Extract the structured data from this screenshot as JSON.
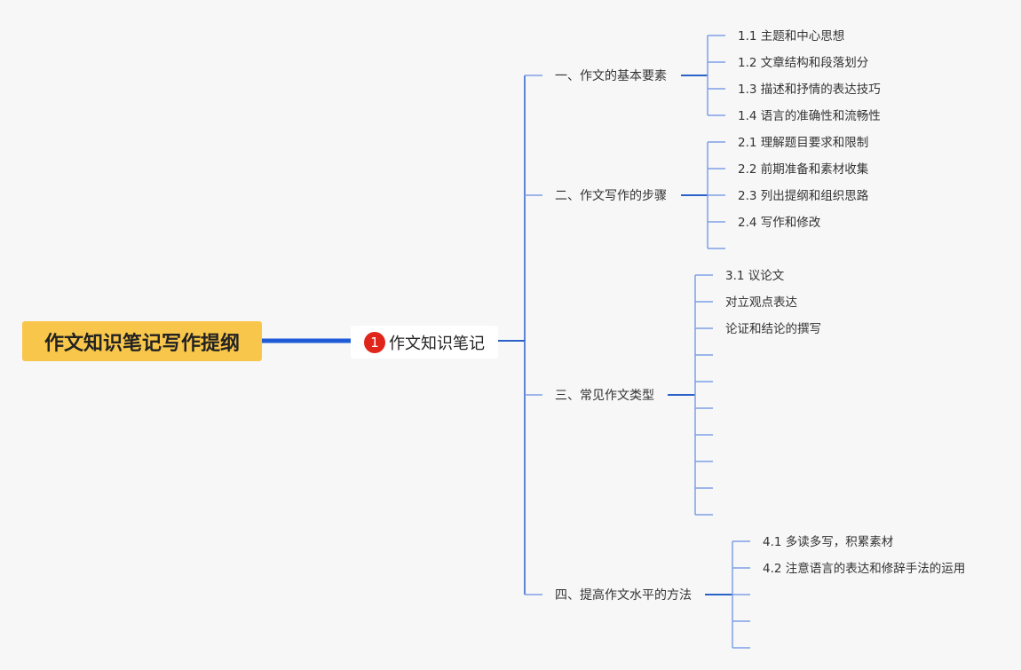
{
  "root": {
    "title": "作文知识笔记写作提纲"
  },
  "hub": {
    "badge": "1",
    "label": "作文知识笔记"
  },
  "sections": [
    {
      "label": "一、作文的基本要素",
      "items": [
        "1.1 主题和中心思想",
        "1.2 文章结构和段落划分",
        "1.3 描述和抒情的表达技巧",
        "1.4 语言的准确性和流畅性"
      ]
    },
    {
      "label": "二、作文写作的步骤",
      "items": [
        "2.1 理解题目要求和限制",
        "2.2 前期准备和素材收集",
        "2.3 列出提纲和组织思路",
        "2.4 写作和修改"
      ]
    },
    {
      "label": "三、常见作文类型",
      "items": [
        "3.1 议论文",
        "对立观点表达",
        "论证和结论的撰写"
      ]
    },
    {
      "label": "四、提高作文水平的方法",
      "items": [
        "4.1 多读多写，积累素材",
        "4.2 注意语言的表达和修辞手法的运用"
      ]
    }
  ],
  "colors": {
    "root_fill": "#f8c64a",
    "root_link": "#1f5bd6",
    "trunk": "#2a62c9",
    "branch": "#7f9fe6",
    "badge": "#e0261b"
  }
}
